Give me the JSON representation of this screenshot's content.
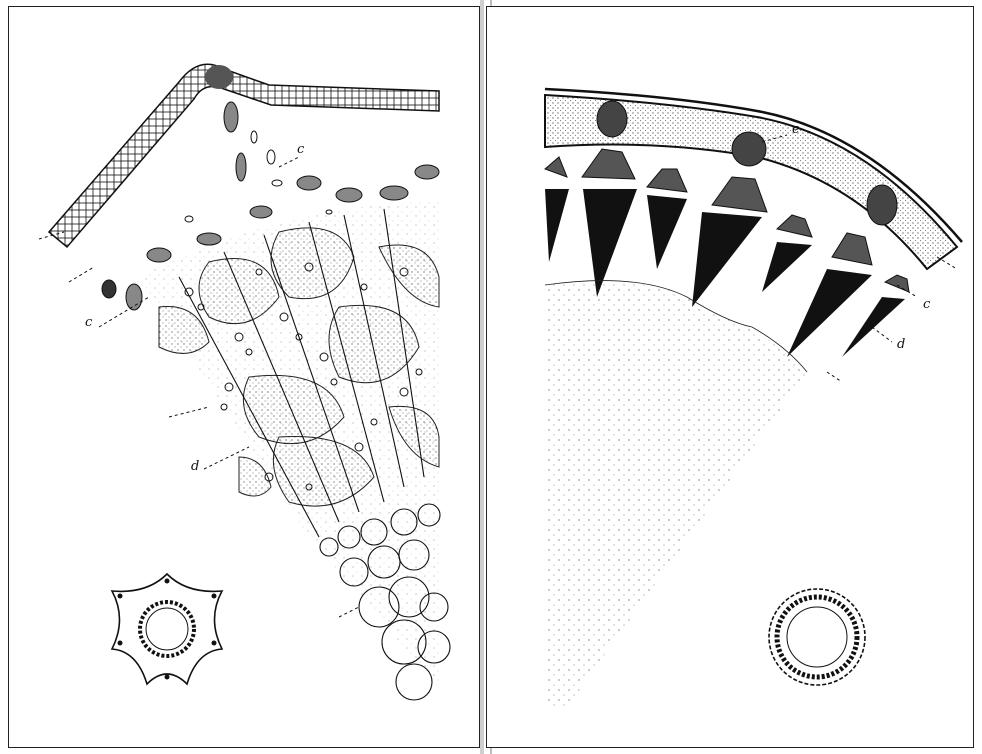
{
  "left_figure": {
    "labels": {
      "c_top": "c",
      "c_left": "c",
      "d": "d"
    }
  },
  "right_figure": {
    "labels": {
      "e": "e",
      "c": "c",
      "d": "d"
    }
  }
}
